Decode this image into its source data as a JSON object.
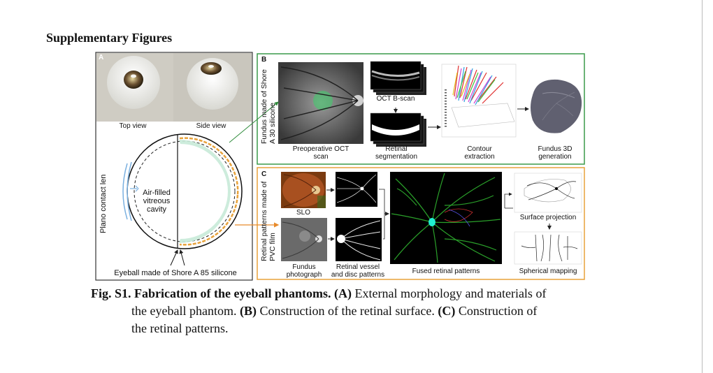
{
  "heading": "Supplementary Figures",
  "figure": {
    "panel_a": {
      "letter": "A",
      "top_view": "Top view",
      "side_view": "Side view",
      "vitreous": "Air-filled vitreous cavity",
      "contact_lens": "Plano contact len",
      "eyeball": "Eyeball made of Shore A 85 silicone"
    },
    "panel_b": {
      "letter": "B",
      "side_label": "Fundus made of Shore A 30 silicone",
      "oct_scan": "Preoperative OCT scan",
      "bscan": "OCT B-scan",
      "segmentation": "Retinal segmentation",
      "contour": "Contour extraction",
      "fundus3d": "Fundus 3D generation"
    },
    "panel_c": {
      "letter": "C",
      "side_label": "Retinal patterns made of PVC film",
      "slo": "SLO",
      "fundus_photo": "Fundus photograph",
      "vessel": "Retinal vessel and disc patterns",
      "fused": "Fused retinal patterns",
      "surface": "Surface projection",
      "spherical": "Spherical mapping"
    }
  },
  "caption": {
    "fig_label": "Fig. S1. Fabrication of the eyeball phantoms.",
    "a_tag": "(A)",
    "a_text": " External morphology and materials of",
    "a_text2": "the eyeball phantom. ",
    "b_tag": "(B)",
    "b_text": " Construction of the retinal surface. ",
    "c_tag": "(C)",
    "c_text": " Construction of",
    "c_text2": "the retinal patterns."
  },
  "colors": {
    "panel_b_border": "#3a9a4a",
    "panel_c_border": "#e8a23a",
    "panel_a_border": "#333333",
    "arrow_green": "#2e8b3a",
    "arrow_orange": "#e88a2a",
    "lens_blue": "#7ab0e0"
  }
}
